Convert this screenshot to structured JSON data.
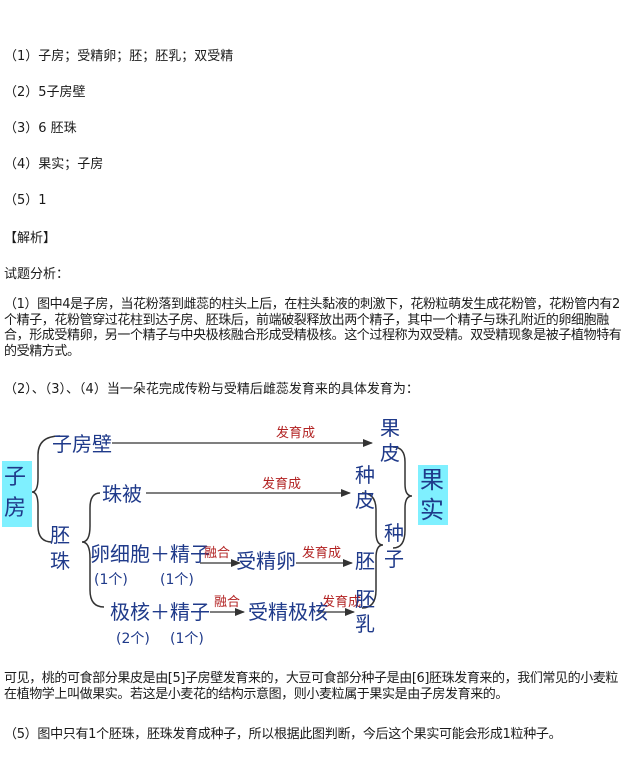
{
  "answers": [
    "（1）子房；受精卵；胚；胚乳；双受精",
    "（2）5子房壁",
    "（3）6 胚珠",
    "（4）果实；子房",
    "（5）1"
  ],
  "analysis_header": "【解析】",
  "intro": "试题分析：",
  "para1": "（1）图中4是子房，当花粉落到雌蕊的柱头上后，在柱头黏液的刺激下，花粉粒萌发生成花粉管，花粉管内有2个精子，花粉管穿过花柱到达子房、胚珠后，前端破裂释放出两个精子，其中一个精子与珠孔附近的卵细胞融合，形成受精卵，另一个精子与中央极核融合形成受精极核。这个过程称为双受精。双受精现象是被子植物特有的受精方式。",
  "para2": "（2）、（3）、（4）当一朵花完成传粉与受精后雌蕊发育来的具体发育为：",
  "diagram": {
    "zifang": [
      "子",
      "房"
    ],
    "zifangbi": "子房壁",
    "peizhu": [
      "胚",
      "珠"
    ],
    "zhubei": "珠被",
    "luanxibao": "卵细胞＋精子",
    "one_a": "(1个)",
    "one_b": "(1个)",
    "jihe": "极核＋精子",
    "two": "(2个)",
    "one_c": "(1个)",
    "develop": "发育成",
    "fuse": "融合",
    "shoujingluan": "受精卵",
    "shoujingjihe": "受精极核",
    "guopi": [
      "果",
      "皮"
    ],
    "zhongpi": [
      "种",
      "皮"
    ],
    "pei": "胚",
    "peiru": [
      "胚",
      "乳"
    ],
    "zhongzi": [
      "种",
      "子"
    ],
    "guoshi": [
      "果",
      "实"
    ]
  },
  "para3": "可见，桃的可食部分果皮是由[5]子房壁发育来的，大豆可食部分种子是由[6]胚珠发育来的，我们常见的小麦粒在植物学上叫做果实。若这是小麦花的结构示意图，则小麦粒属于果实是由子房发育来的。",
  "para5": "（5）图中只有1个胚珠，胚珠发育成种子，所以根据此图判断，今后这个果实可能会形成1粒种子。",
  "colors": {
    "label_blue": "#1f3a8a",
    "accent_red": "#b22222",
    "highlight_cyan": "#7ff0ff",
    "arrow": "#333333"
  }
}
